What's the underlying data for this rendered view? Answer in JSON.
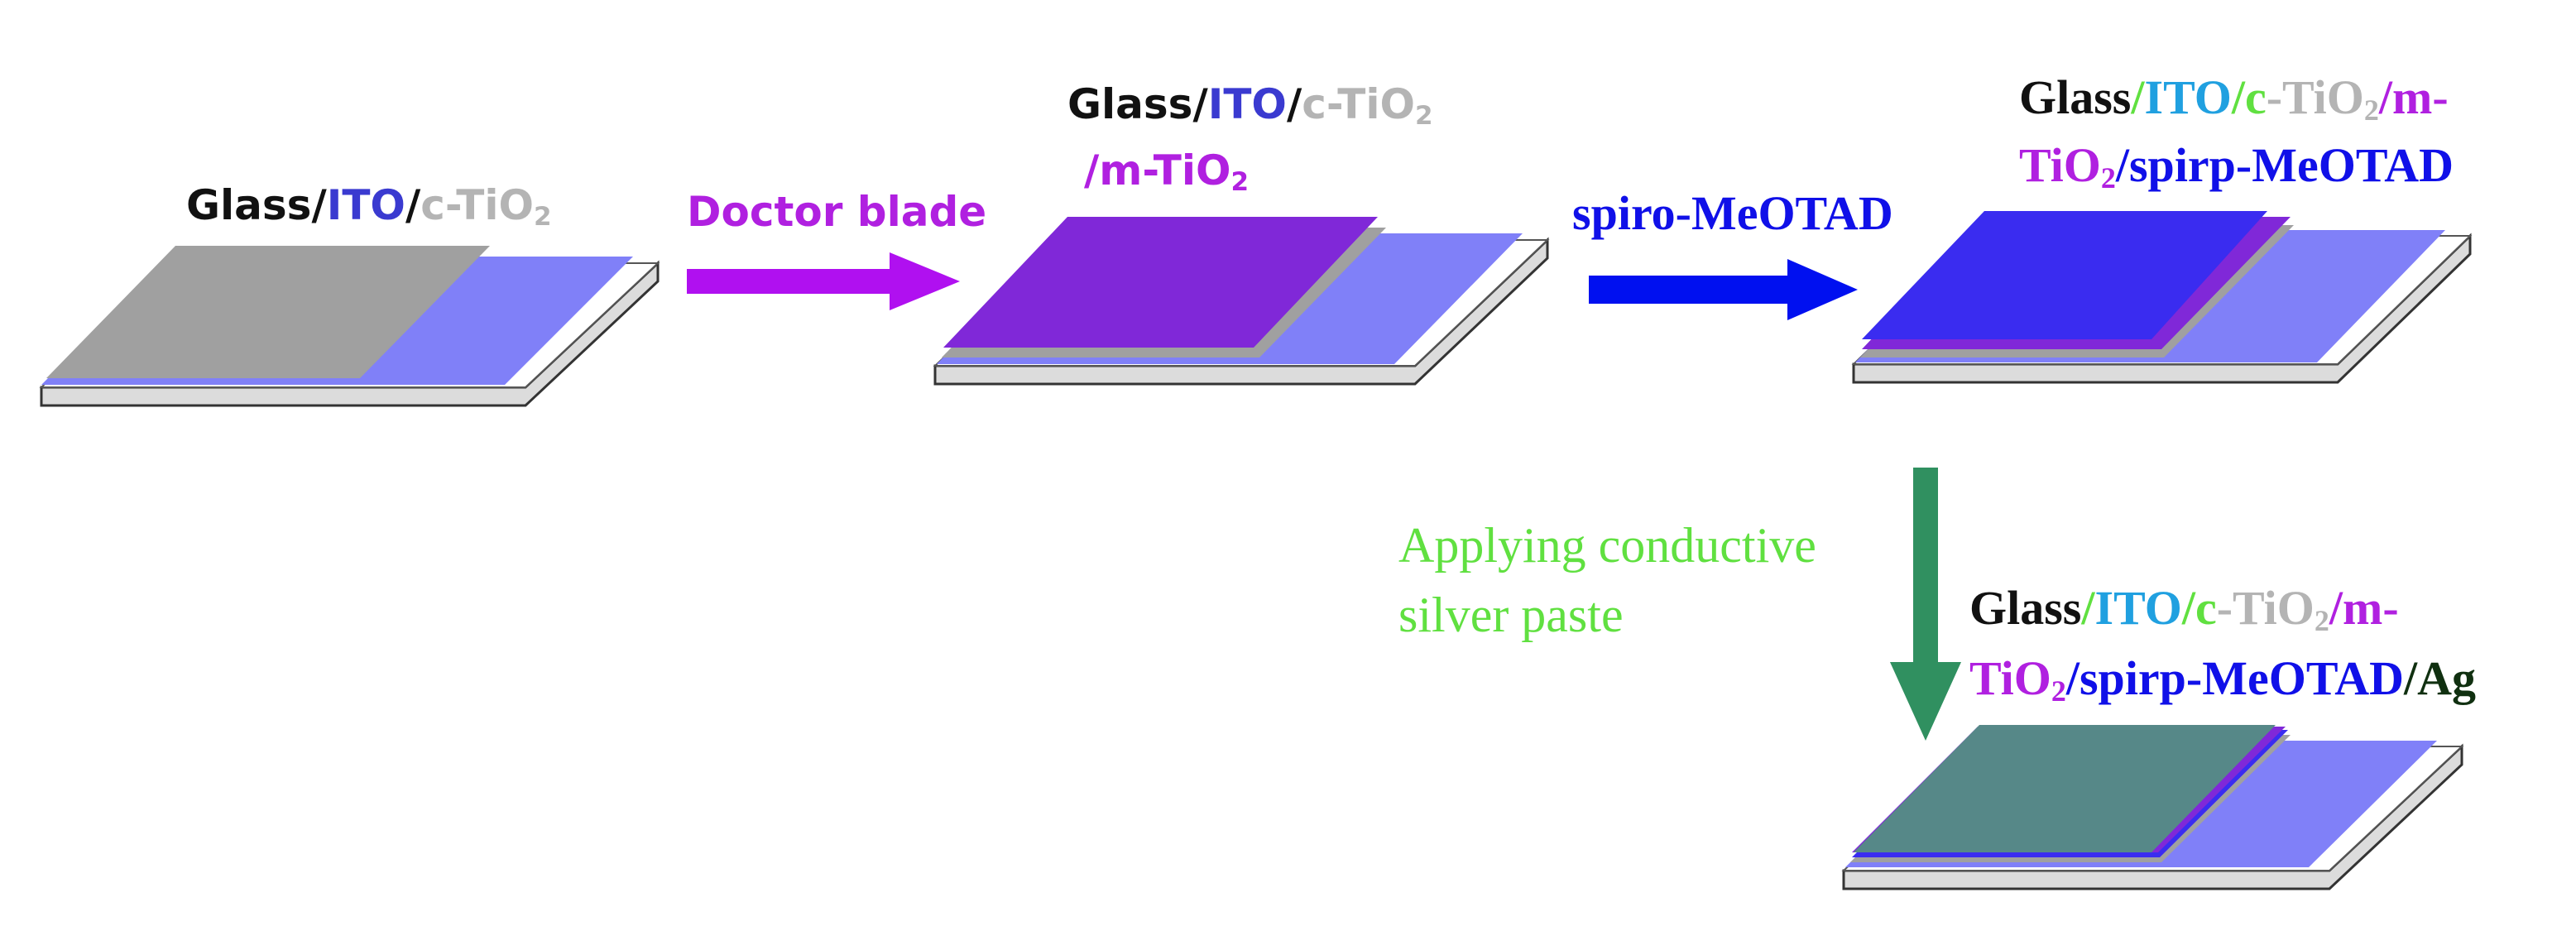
{
  "colors": {
    "glass_edge": "#dcdcdc",
    "glass_top": "#ffffff",
    "ito": "#8080f8",
    "c_tio2": "#a0a0a0",
    "m_tio2": "#8028d8",
    "spiro": "#3a2cf0",
    "ag": "#568888",
    "arrow_purple": "#b010f0",
    "arrow_blue": "#0010f0",
    "arrow_green": "#309060",
    "text_black": "#111111",
    "text_ito_sans": "#3a3ad0",
    "text_ito_serif": "#20a0e0",
    "text_grey": "#b4b4b4",
    "text_purple": "#b020e0",
    "text_blue": "#1010e8",
    "text_green_light": "#60e040",
    "text_dark_green": "#103010"
  },
  "step1": {
    "glass": "Glass",
    "sep1": "/",
    "ito": "ITO",
    "sep2": "/",
    "ctio2": "c-TiO",
    "sub2": "2"
  },
  "step2": {
    "glass": "Glass",
    "sep1": "/",
    "ito": "ITO",
    "sep2": "/",
    "ctio2": "c-TiO",
    "sub2": "2",
    "mtio2": "/m-TiO",
    "sub2b": "2"
  },
  "step3": {
    "glass": "Glass",
    "sep1": "/",
    "ito": "ITO",
    "sep2": "/",
    "c": "c",
    "tio2": "-TiO",
    "sub2": "2",
    "sep3": "/",
    "m": "m-",
    "tio2b": "TiO",
    "sub2b": "2",
    "sep4": "/",
    "spiro": "spirp-MeOTAD"
  },
  "step4": {
    "glass": "Glass",
    "sep1": "/",
    "ito": "ITO",
    "sep2": "/",
    "c": "c",
    "tio2": "-TiO",
    "sub2": "2",
    "sep3": "/",
    "m": "m-",
    "tio2b": "TiO",
    "sub2b": "2",
    "sep4": "/",
    "spiro": "spirp-MeOTAD",
    "sep5": "/",
    "ag": "Ag"
  },
  "arrows": {
    "doctor_blade": "Doctor blade",
    "spiro": "spiro-MeOTAD",
    "silver_line1": "Applying conductive",
    "silver_line2": "silver paste"
  }
}
